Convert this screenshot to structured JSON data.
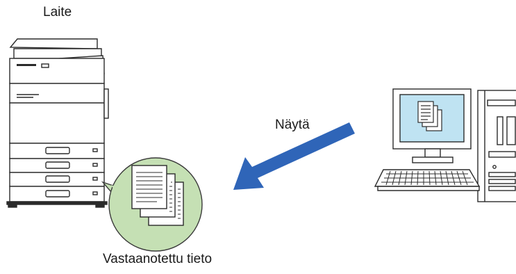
{
  "labels": {
    "device": "Laite",
    "display": "Näytä",
    "received_data": "Vastaanotettu tieto"
  },
  "colors": {
    "arrow": "#2f65b8",
    "bubble_fill": "#c5e0b4",
    "bubble_stroke": "#3a3a3a",
    "screen": "#bfe3f2",
    "outline": "#2b2b2b"
  },
  "icons": [
    "printer-icon",
    "documents-icon",
    "computer-icon",
    "arrow-icon"
  ]
}
